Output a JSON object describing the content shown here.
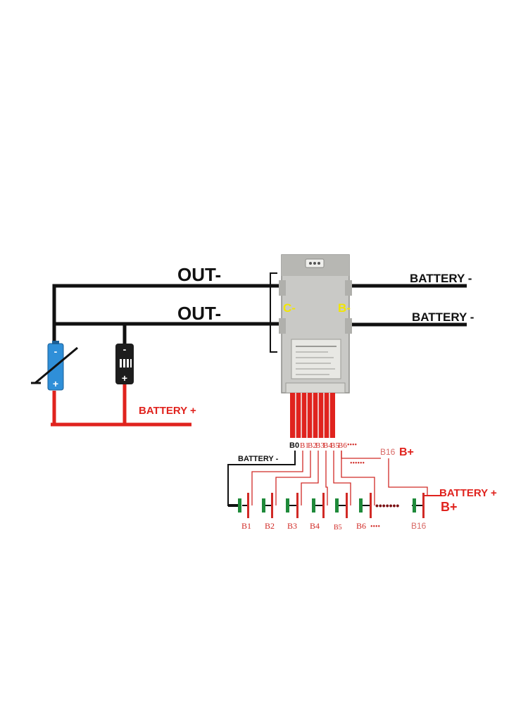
{
  "colors": {
    "wire_black": "#111111",
    "wire_red": "#e0231e",
    "cell_green": "#1f8a3a",
    "cell_red": "#d12a26",
    "charger_blue": "#2f8fd8",
    "board_metal": "#c9c9c6",
    "label_yellow": "#f2e600"
  },
  "labels": {
    "out_top": "OUT-",
    "out_bottom": "OUT-",
    "battery_minus_top": "BATTERY -",
    "battery_minus_mid": "BATTERY -",
    "battery_plus_left": "BATTERY +",
    "battery_minus_cells": "BATTERY -",
    "battery_plus_right": "BATTERY +",
    "b_plus_right": "B+",
    "b16_plus": "B16",
    "b16_plus_suffix": "B+",
    "c_minus": "C-",
    "b_minus": "B-",
    "charger_minus": "-",
    "charger_plus": "+",
    "load_minus": "-",
    "load_plus": "+",
    "ellipsis_taps": "••••",
    "ellipsis_mid": "••••••",
    "ellipsis_cells": "•••••••",
    "ellipsis_cell_labels": "••••"
  },
  "taps": [
    "B0",
    "B1",
    "B2",
    "B3",
    "B4",
    "B5",
    "B6"
  ],
  "cells": [
    "B1",
    "B2",
    "B3",
    "B4",
    "B5",
    "B6",
    "B16"
  ],
  "icons": {
    "charger": "charger-battery-icon",
    "load": "load-device-icon",
    "bms_board": "bms-board-image"
  }
}
